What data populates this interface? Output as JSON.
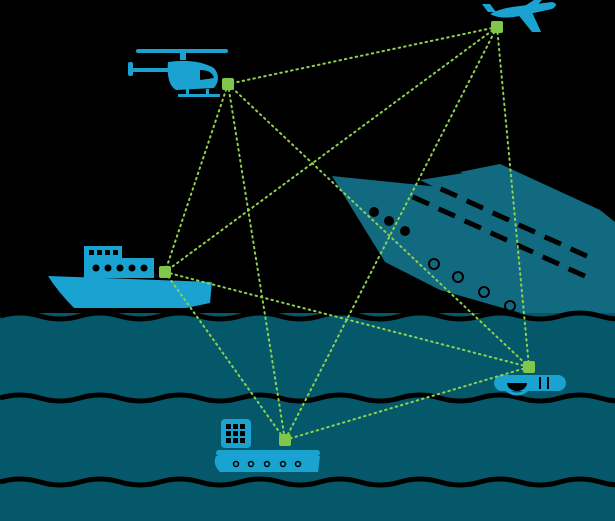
{
  "scene": {
    "colors": {
      "sky": "#000000",
      "sea": "#05586a",
      "wave_line": "#000000",
      "vehicle": "#1aa3d0",
      "vehicle_dark": "#0c7fa5",
      "sinking_ship": "#116a80",
      "node": "#7fc64a",
      "link": "#8ed14f"
    },
    "icons": [
      "airplane-icon",
      "helicopter-icon",
      "ship-icon",
      "sinking-ship-icon",
      "submarine-icon",
      "underwater-drone-icon"
    ],
    "nodes": [
      "airplane",
      "helicopter",
      "ship",
      "drone",
      "submarine"
    ],
    "links": [
      [
        "airplane",
        "helicopter"
      ],
      [
        "airplane",
        "ship"
      ],
      [
        "airplane",
        "submarine"
      ],
      [
        "airplane",
        "drone"
      ],
      [
        "helicopter",
        "ship"
      ],
      [
        "helicopter",
        "submarine"
      ],
      [
        "helicopter",
        "drone"
      ],
      [
        "ship",
        "submarine"
      ],
      [
        "ship",
        "drone"
      ],
      [
        "submarine",
        "drone"
      ]
    ]
  }
}
